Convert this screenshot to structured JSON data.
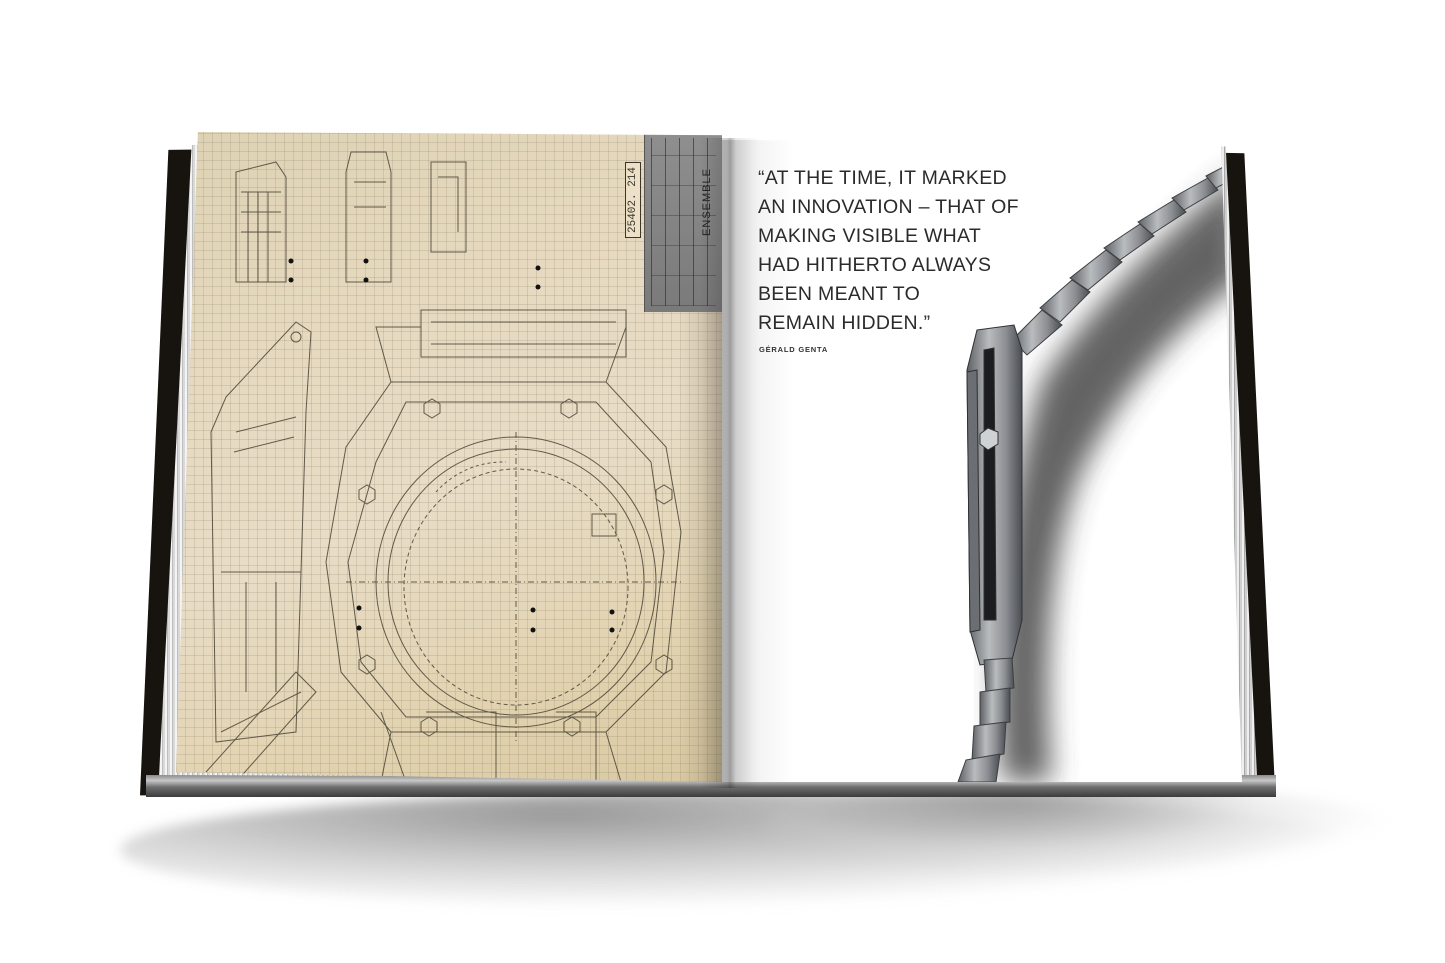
{
  "scene": {
    "description": "Open hardcover coffee-table book photographed from above on white background",
    "background_color": "#ffffff",
    "cover_color": "#17130f"
  },
  "left_page": {
    "content": "technical blueprint drawing of an octagonal watch case on graph paper",
    "paper_color": "#e4d7bb",
    "line_color": "#4a4435",
    "stamp_number": "25402. 214",
    "title_block_label": "ENSEMBLE"
  },
  "right_page": {
    "quote_lines": [
      "“AT THE TIME, IT MARKED",
      "AN INNOVATION – THAT OF",
      "MAKING VISIBLE WHAT",
      "HAD HITHERTO ALWAYS",
      "BEEN MEANT TO",
      "REMAIN HIDDEN.”"
    ],
    "attribution": "GÉRALD GENTA",
    "image": "side profile of a steel wristwatch with integrated link bracelet casting a soft shadow",
    "text_color": "#2b2b2b"
  }
}
